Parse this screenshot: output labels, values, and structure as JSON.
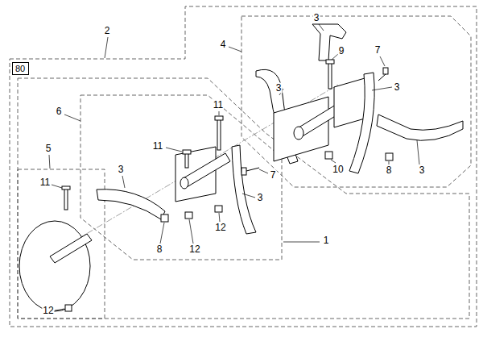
{
  "diagram": {
    "nodes": [
      {
        "text": [
          "80"
        ]
      }
    ],
    "labels": [
      "3",
      "2",
      "4",
      "9",
      "7",
      "3",
      "3",
      "11",
      "6",
      "11",
      "5",
      "3",
      "10",
      "8",
      "3",
      "7",
      "11",
      "3",
      "12",
      "1",
      "8",
      "12",
      "12"
    ]
  }
}
